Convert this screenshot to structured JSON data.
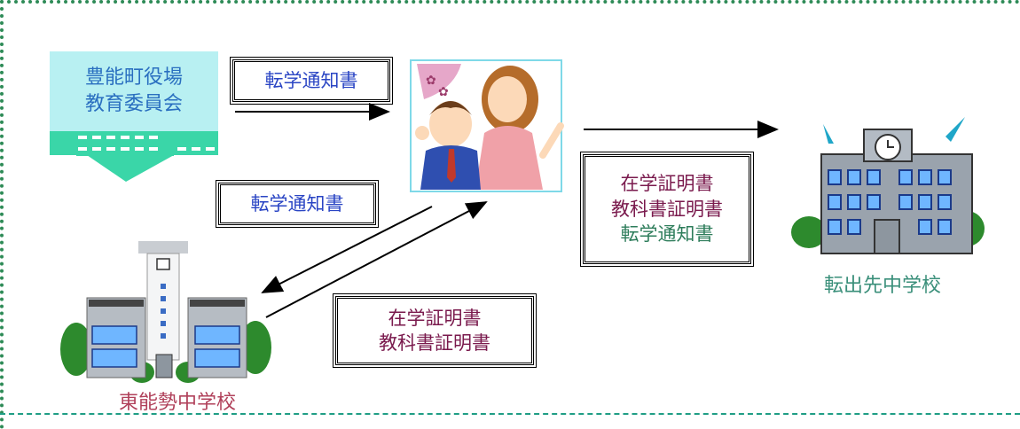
{
  "office": {
    "line1": "豊能町役場",
    "line2": "教育委員会"
  },
  "box_top": {
    "text": "転学通知書"
  },
  "box_mid": {
    "text": "転学通知書"
  },
  "box_right": {
    "line1": "在学証明書",
    "line2": "教科書証明書",
    "line3": "転学通知書"
  },
  "box_bottom": {
    "line1": "在学証明書",
    "line2": "教科書証明書"
  },
  "school_dest": {
    "name": "転出先中学校"
  },
  "school_origin": {
    "name": "東能勢中学校"
  },
  "icons": [
    "government-building-icon",
    "family-icon",
    "school-building-icon",
    "school-building-icon"
  ]
}
